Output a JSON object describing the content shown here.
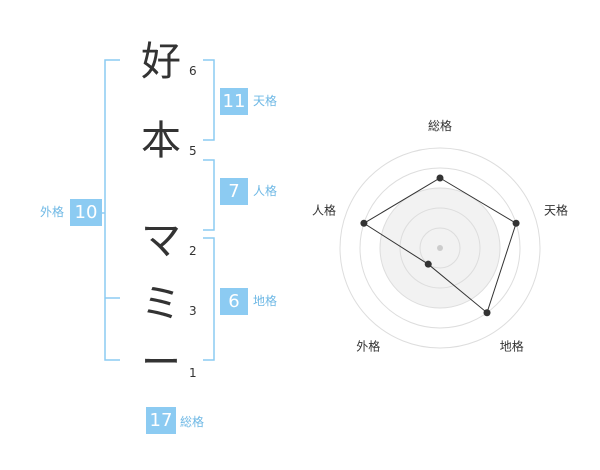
{
  "colors": {
    "accent": "#8ccbf2",
    "accent_text": "#6eb8e5",
    "char": "#333333",
    "radar_fill": "#f2f2f2",
    "radar_grid": "#dddddd"
  },
  "name": {
    "characters": [
      {
        "char": "好",
        "strokes": "6"
      },
      {
        "char": "本",
        "strokes": "5"
      },
      {
        "char": "マ",
        "strokes": "2"
      },
      {
        "char": "ミ",
        "strokes": "3"
      },
      {
        "char": "ー",
        "strokes": "1"
      }
    ]
  },
  "fortunes": {
    "tenkaku": {
      "value": "11",
      "label": "天格"
    },
    "jinkaku": {
      "value": "7",
      "label": "人格"
    },
    "chikaku": {
      "value": "6",
      "label": "地格"
    },
    "gaikaku": {
      "value": "10",
      "label": "外格"
    },
    "soukaku": {
      "value": "17",
      "label": "総格"
    }
  },
  "chart_data": {
    "type": "radar",
    "axes": [
      "総格",
      "天格",
      "地格",
      "外格",
      "人格"
    ],
    "values": [
      3.5,
      4,
      4,
      1,
      4
    ],
    "max": 5
  }
}
